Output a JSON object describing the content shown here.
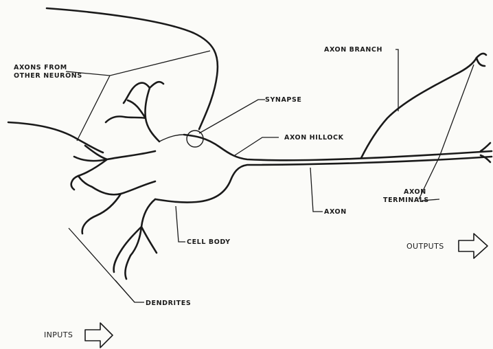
{
  "labels": {
    "axons_from_line1": "AXONS FROM",
    "axons_from_line2": "OTHER NEURONS",
    "synapse": "SYNAPSE",
    "axon_hillock": "AXON HILLOCK",
    "axon_branch": "AXON BRANCH",
    "axon_terminals_line1": "AXON",
    "axon_terminals_line2": "TERMINALS",
    "axon": "AXON",
    "cell_body": "CELL BODY",
    "dendrites": "DENDRITES",
    "outputs": "OUTPUTS",
    "inputs": "INPUTS"
  },
  "colors": {
    "ink": "#1a1a1a",
    "paper": "#fbfbf8"
  }
}
